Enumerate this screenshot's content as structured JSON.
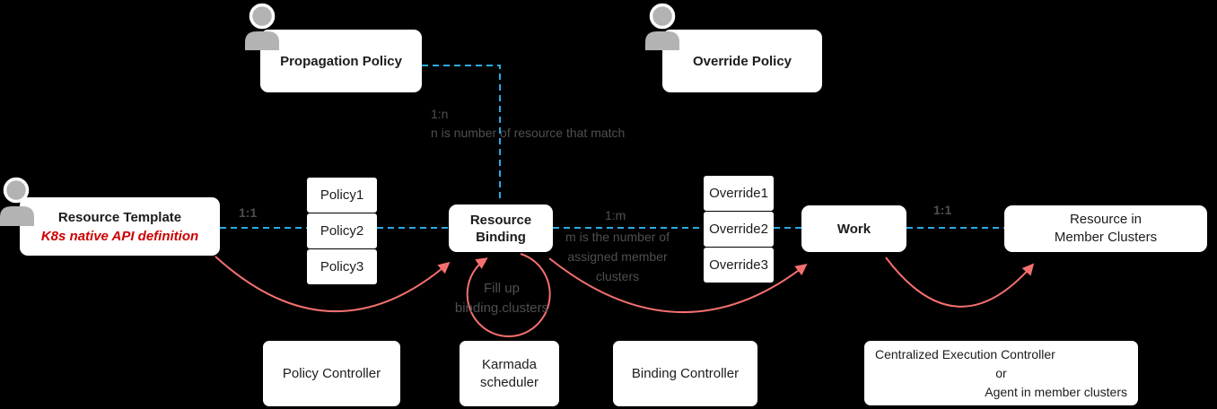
{
  "colors": {
    "background": "#000000",
    "box_background": "#ffffff",
    "box_text": "#1c1c1c",
    "accent_blue": "#29abe2",
    "accent_red": "#f4706f",
    "annotation_gray": "#4f4f4f",
    "k8s_definition_red": "#cc0000",
    "actor_gray": "#b3b3b3"
  },
  "icons": {
    "actor": "person-silhouette"
  },
  "nodes": {
    "propagation_policy": {
      "label": "Propagation Policy"
    },
    "override_policy": {
      "label": "Override Policy"
    },
    "resource_template": {
      "title": "Resource Template",
      "subtitle": "K8s native API definition"
    },
    "policies": [
      "Policy1",
      "Policy2",
      "Policy3"
    ],
    "resource_binding": {
      "line1": "Resource",
      "line2": "Binding"
    },
    "overrides": [
      "Override1",
      "Override2",
      "Override3"
    ],
    "work": {
      "label": "Work"
    },
    "resource_in_member_clusters": {
      "line1": "Resource in",
      "line2": "Member Clusters"
    },
    "policy_controller": {
      "label": "Policy Controller"
    },
    "karmada_scheduler": {
      "line1": "Karmada",
      "line2": "scheduler"
    },
    "binding_controller": {
      "label": "Binding Controller"
    },
    "execution_controller": {
      "line1": "Centralized Execution Controller",
      "line2": "or",
      "line3": "Agent in member clusters"
    }
  },
  "annotations": {
    "one_to_n": "1:n",
    "one_to_n_desc": "n is number of resource that match",
    "one_to_one_left": "1:1",
    "one_to_m": "1:m",
    "one_to_m_desc_line1": "m is the number of",
    "one_to_m_desc_line2": "assigned member",
    "one_to_m_desc_line3": "clusters",
    "one_to_one_right": "1:1",
    "fill_up_line1": "Fill up",
    "fill_up_line2": "binding.clusters"
  }
}
